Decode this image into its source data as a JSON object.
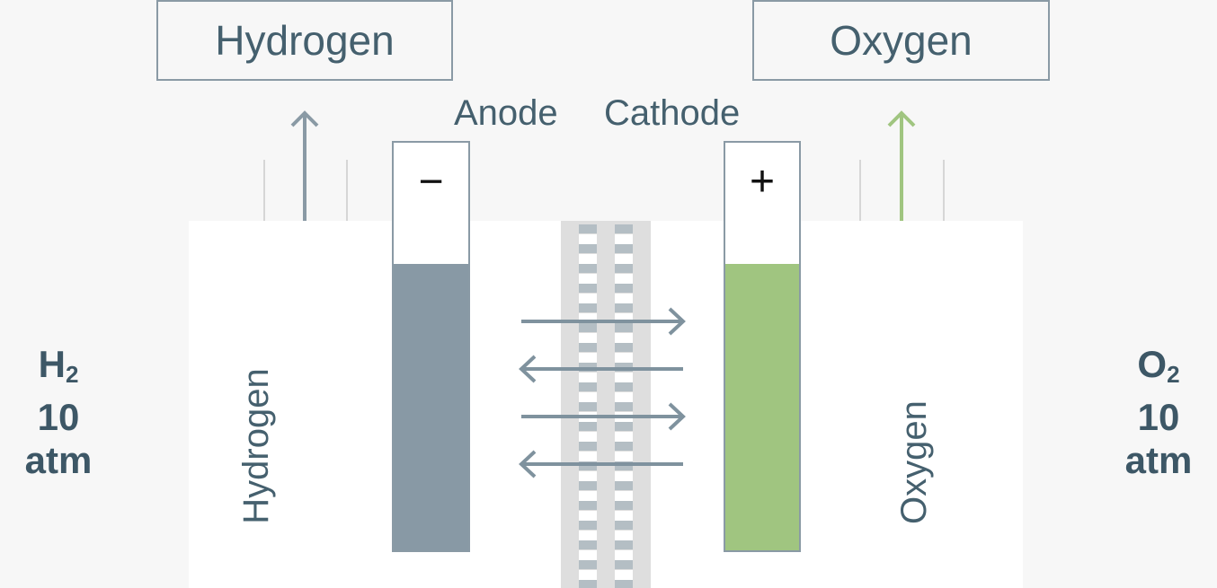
{
  "outputs": {
    "hydrogen": "Hydrogen",
    "oxygen": "Oxygen"
  },
  "electrodes": {
    "anode": {
      "label": "Anode",
      "sign": "−",
      "color": "#8899a5"
    },
    "cathode": {
      "label": "Cathode",
      "sign": "+",
      "color": "#a0c580"
    }
  },
  "chambers": {
    "left": "Hydrogen",
    "right": "Oxygen"
  },
  "pressure": {
    "left": {
      "symbol": "H",
      "subscript": "2",
      "value": "10 atm"
    },
    "right": {
      "symbol": "O",
      "subscript": "2",
      "value": "10 atm"
    }
  },
  "colors": {
    "hydrogen_arrow": "#8a9aa5",
    "oxygen_arrow": "#a0c580",
    "membrane": "#dedede",
    "ion_arrow": "#7f929e"
  }
}
